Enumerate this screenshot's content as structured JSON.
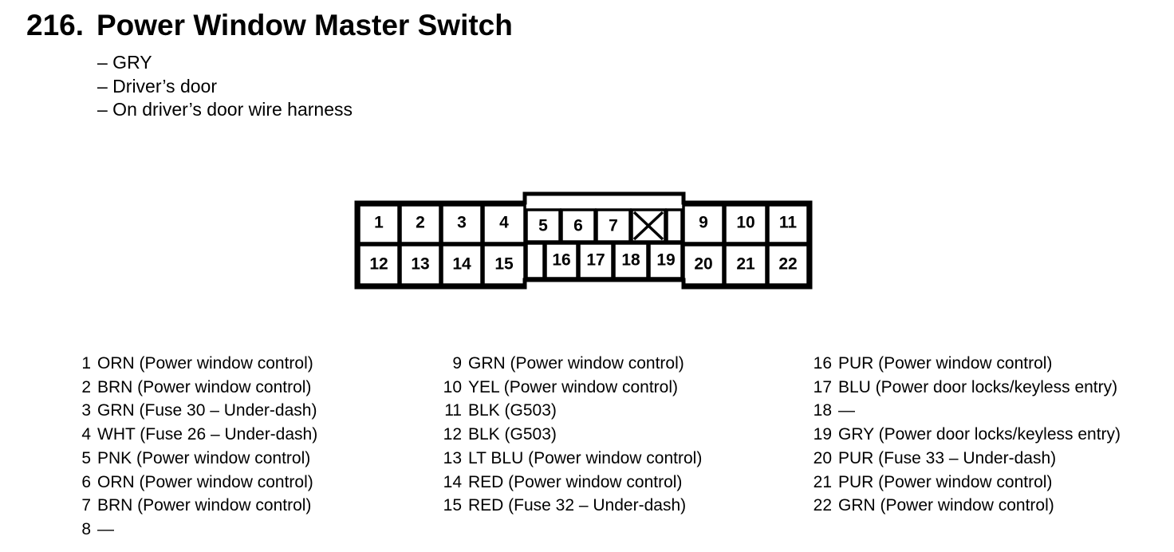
{
  "header": {
    "number": "216.",
    "title": "Power Window Master Switch"
  },
  "details": [
    "– GRY",
    "– Driver’s door",
    "– On driver’s door wire harness"
  ],
  "connector": {
    "pins": [
      "1",
      "2",
      "3",
      "4",
      "5",
      "6",
      "7",
      "9",
      "10",
      "11",
      "12",
      "13",
      "14",
      "15",
      "16",
      "17",
      "18",
      "19",
      "20",
      "21",
      "22"
    ],
    "blocked_cavity": "x-mark"
  },
  "legend": {
    "columns": [
      [
        {
          "pin": "1",
          "desc": "ORN (Power window control)"
        },
        {
          "pin": "2",
          "desc": "BRN (Power window control)"
        },
        {
          "pin": "3",
          "desc": "GRN (Fuse 30 – Under-dash)"
        },
        {
          "pin": "4",
          "desc": "WHT (Fuse 26 – Under-dash)"
        },
        {
          "pin": "5",
          "desc": "PNK (Power window control)"
        },
        {
          "pin": "6",
          "desc": "ORN (Power window control)"
        },
        {
          "pin": "7",
          "desc": "BRN (Power window control)"
        },
        {
          "pin": "8",
          "desc": "—"
        }
      ],
      [
        {
          "pin": "9",
          "desc": "GRN (Power window control)"
        },
        {
          "pin": "10",
          "desc": "YEL (Power window control)"
        },
        {
          "pin": "11",
          "desc": "BLK (G503)"
        },
        {
          "pin": "12",
          "desc": "BLK (G503)"
        },
        {
          "pin": "13",
          "desc": "LT BLU (Power window control)"
        },
        {
          "pin": "14",
          "desc": "RED (Power window control)"
        },
        {
          "pin": "15",
          "desc": "RED (Fuse 32 – Under-dash)"
        }
      ],
      [
        {
          "pin": "16",
          "desc": "PUR (Power window control)"
        },
        {
          "pin": "17",
          "desc": "BLU (Power door locks/keyless entry)"
        },
        {
          "pin": "18",
          "desc": "—"
        },
        {
          "pin": "19",
          "desc": "GRY (Power door locks/keyless entry)"
        },
        {
          "pin": "20",
          "desc": "PUR (Fuse 33 – Under-dash)"
        },
        {
          "pin": "21",
          "desc": "PUR (Power window control)"
        },
        {
          "pin": "22",
          "desc": "GRN (Power window control)"
        }
      ]
    ]
  }
}
